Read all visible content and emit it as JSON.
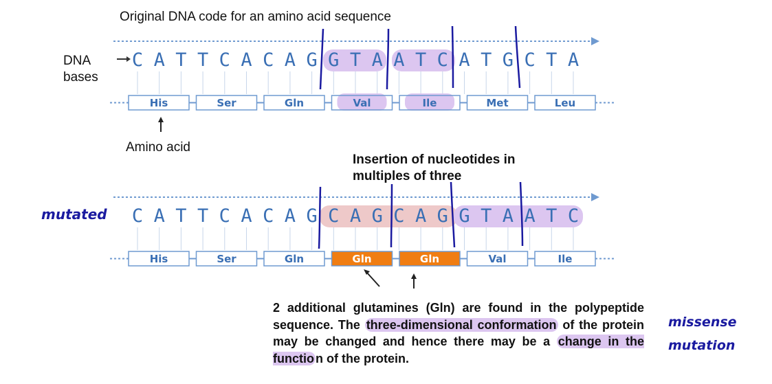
{
  "title": "Original DNA code for an amino acid sequence",
  "dna_label": "DNA\nbases",
  "amino_acid_label": "Amino acid",
  "insertion_caption": "Insertion of nucleotides in multiples of three",
  "mutated_label": "mutated",
  "missense_label": "missense mutation",
  "original": {
    "bases": [
      "C",
      "A",
      "T",
      "T",
      "C",
      "A",
      "C",
      "A",
      "G",
      "G",
      "T",
      "A",
      "A",
      "T",
      "C",
      "A",
      "T",
      "G",
      "C",
      "T",
      "A"
    ],
    "amino_acids": [
      "His",
      "Ser",
      "Gln",
      "Val",
      "Ile",
      "Met",
      "Leu"
    ]
  },
  "mutated": {
    "bases": [
      "C",
      "A",
      "T",
      "T",
      "C",
      "A",
      "C",
      "A",
      "G",
      "C",
      "A",
      "G",
      "C",
      "A",
      "G",
      "G",
      "T",
      "A",
      "A",
      "T",
      "C"
    ],
    "amino_acids": [
      "His",
      "Ser",
      "Gln",
      "Gln",
      "Gln",
      "Val",
      "Ile"
    ],
    "inserted_indices": [
      3,
      4
    ]
  },
  "paragraph": {
    "p1": "2 additional glutamines (Gln) are found in the polypeptide sequence. The ",
    "h1": "three-dimensional conformation",
    "p2": " of the protein may be changed and hence there may be a ",
    "h2": "change in the functio",
    "p3": "n of the protein."
  },
  "colors": {
    "base": "#3a6fb4",
    "highlight": "#dcc6f0",
    "inserted": "#f07d12",
    "pen": "#1a1aa0"
  }
}
